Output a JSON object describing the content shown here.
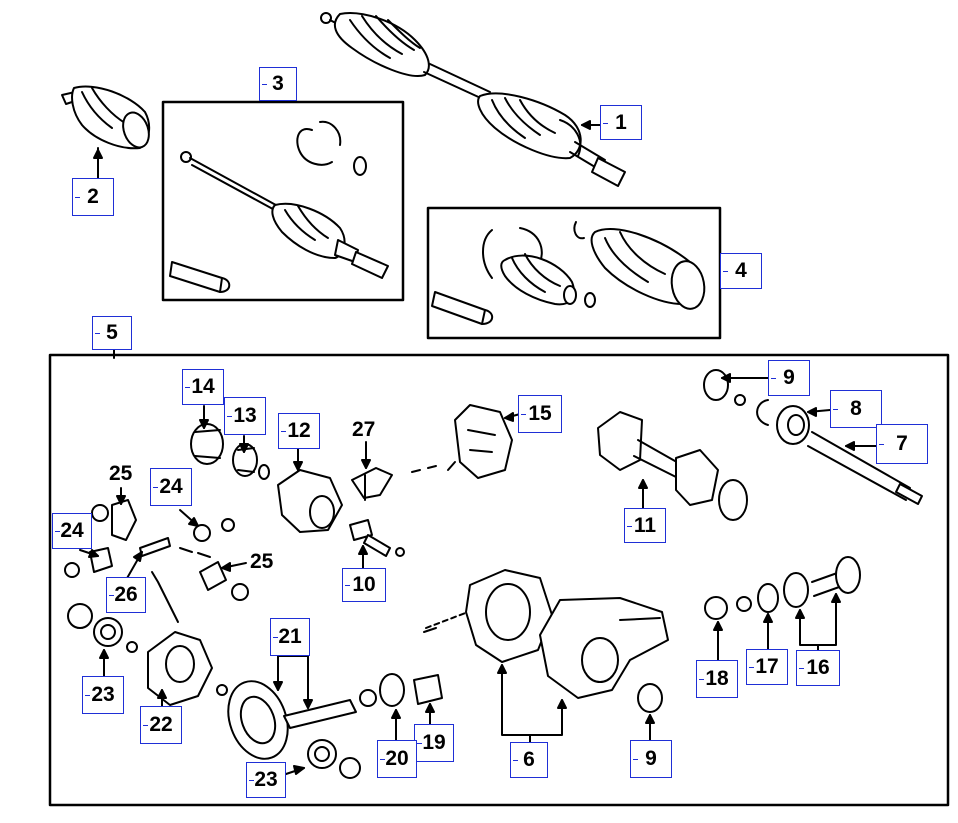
{
  "diagram": {
    "callouts": {
      "c1": "1",
      "c2": "2",
      "c3": "3",
      "c4": "4",
      "c5": "5",
      "c6": "6",
      "c7": "7",
      "c8": "8",
      "c9_top": "9",
      "c9_bottom": "9",
      "c10": "10",
      "c11": "11",
      "c12": "12",
      "c13": "13",
      "c14": "14",
      "c15": "15",
      "c16": "16",
      "c17": "17",
      "c18": "18",
      "c19": "19",
      "c20": "20",
      "c21": "21",
      "c22": "22",
      "c23_left": "23",
      "c23_bottom": "23",
      "c24_upper": "24",
      "c24_left": "24",
      "c25_upper": "25",
      "c25_lower": "25",
      "c26": "26",
      "c27": "27"
    },
    "colors": {
      "callout_border": "#1f2fd6",
      "line_art": "#000000",
      "background": "#ffffff"
    }
  }
}
